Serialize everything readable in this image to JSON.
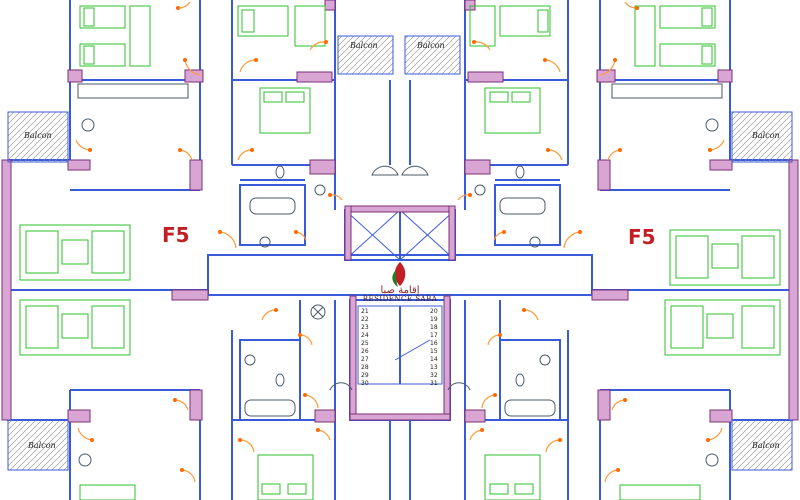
{
  "labels": {
    "balcony_text": "Balcon",
    "unit_left": "F5",
    "unit_right": "F5"
  },
  "logo": {
    "arabic": "إقامة صبا",
    "name": "RESIDENCE SABA"
  },
  "stair_numbers": {
    "left": [
      "21",
      "22",
      "23",
      "24",
      "25",
      "26",
      "27",
      "28",
      "29",
      "30"
    ],
    "right": [
      "20",
      "19",
      "18",
      "17",
      "16",
      "15",
      "14",
      "13",
      "32",
      "31"
    ]
  },
  "colors": {
    "wall": "#3a5bd9",
    "pillar": "#d9a6d3",
    "pillar_stroke": "#7b2d7a",
    "furniture": "#2ec22e",
    "door": "#ff9a3a",
    "label_red": "#c21f24"
  }
}
